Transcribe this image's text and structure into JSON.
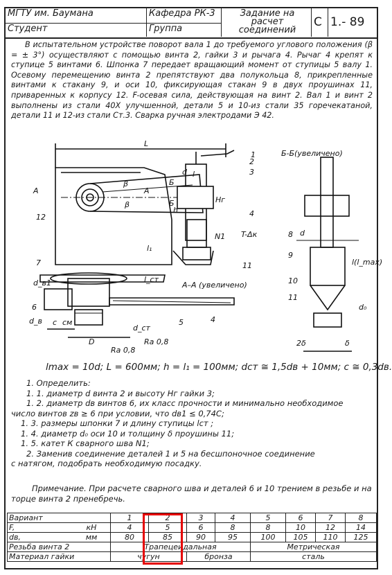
{
  "header": {
    "university": "МГТУ им. Баумана",
    "department": "Кафедра РК-3",
    "task_line1": "Задание на",
    "task_line2": "расчет",
    "task_line3": "соединений",
    "student_label": "Студент",
    "group_label": "Группа",
    "code_letter": "С",
    "code_number": "1.- 89"
  },
  "description": [
    "В испытательном устройстве поворот вала 1 до требуемого углового положения (β = ± 3°) осуществляют с помощью винта 2, гайки 3 и рычага 4. Рычаг 4 крепят к ступице 5 винтами 6. Шпонка 7 передает вращающий момент от ступицы 5 валу 1. Осевому перемещению винта 2 препятствуют два полукольца 8, прикрепленные винтами к стакану 9, и оси 10, фиксирующая стакан 9 в двух проушинах 11, приваренных к корпусу 12. F-осевая сила, действующая на винт 2. Вал 1 и винт 2 выполнены из стали 40Х улучшенной, детали 5 и 10-из стали 35 горечекатаной, детали 11 и 12-из стали Ст.3. Сварка ручная электродами Э 42."
  ],
  "drawing_labels": {
    "L": "L",
    "A_left": "A",
    "A_right": "A",
    "beta1": "β",
    "beta2": "β",
    "d_top": "d",
    "l_top": "l",
    "B_top1": "Б",
    "B_top2": "Б",
    "Hr": "Hг",
    "h": "h",
    "n1": "N1",
    "t_dk": "T-Δк",
    "l1": "l₁",
    "l_cm": "l_cт",
    "aa_view": "А–А (увеличено)",
    "bb_view": "Б-Б(увеличено)",
    "d_b1": "d_в1",
    "d_b": "d_в",
    "c1": "c",
    "cm": "cм",
    "d_cm": "d_cт",
    "D": "D",
    "ra1": "Ra 0,8",
    "ra2": "Ra 0,8",
    "d_right": "d",
    "l_max": "l(l_max)",
    "d0": "d₀",
    "two_delta": "2δ",
    "delta": "δ",
    "n_1": "1",
    "n_2": "2",
    "n_3": "3",
    "n_4": "4",
    "n_5": "5",
    "n_6": "6",
    "n_7": "7",
    "n_8": "8",
    "n_9": "9",
    "n_10": "10",
    "n_11": "11",
    "n_12": "12",
    "n_4r": "4",
    "n_11r": "11"
  },
  "formula": "lmax = 10d;  L = 600мм;  h = l₁ = 100мм;  dст ≅ 1,5dв + 10мм;  c ≅ 0,3dв.",
  "tasks": {
    "l0": "1. Определить:",
    "l1": "1. 1. диаметр d винта 2 и высоту Hг гайки 3;",
    "l2": "1. 2. диаметр dв винтов 6, их класс прочности и минимально необходимое",
    "l3": "число винтов  zв ≥ 6 при условии, что dв1 ≤ 0,74С;",
    "l4": "1. 3. размеры шпонки 7 и длину ступицы lст ;",
    "l5": "1. 4. диаметр d₀ оси 10 и толщину δ проушины 11;",
    "l6": "1. 5. катет К сварного шва N1;",
    "l7": "2. Заменив соединение деталей 1 и 5 на бесшпоночное соединение",
    "l8": "с натягом, подобрать необходимую посадку."
  },
  "note": "Примечание. При расчете сварного шва и деталей 6 и 10 трением в резьбе и на торце винта 2 пренебречь.",
  "table": {
    "variant_label": "Вариант",
    "f_label": "F,",
    "f_unit": "кН",
    "db_label": "dв,",
    "db_unit": "мм",
    "thread_label": "Резьба винта  2",
    "material_label": "Материал гайки",
    "variants": [
      "1",
      "2",
      "3",
      "4",
      "5",
      "6",
      "7",
      "8"
    ],
    "F": [
      "4",
      "5",
      "6",
      "8",
      "8",
      "10",
      "12",
      "14"
    ],
    "dB": [
      "80",
      "85",
      "90",
      "95",
      "100",
      "105",
      "110",
      "125"
    ],
    "thread_trap": "Трапецеидальная",
    "thread_metric": "Метрическая",
    "mat_cast": "чугун",
    "mat_bronze": "бронза",
    "mat_steel": "сталь"
  },
  "highlight_color": "#e60000"
}
